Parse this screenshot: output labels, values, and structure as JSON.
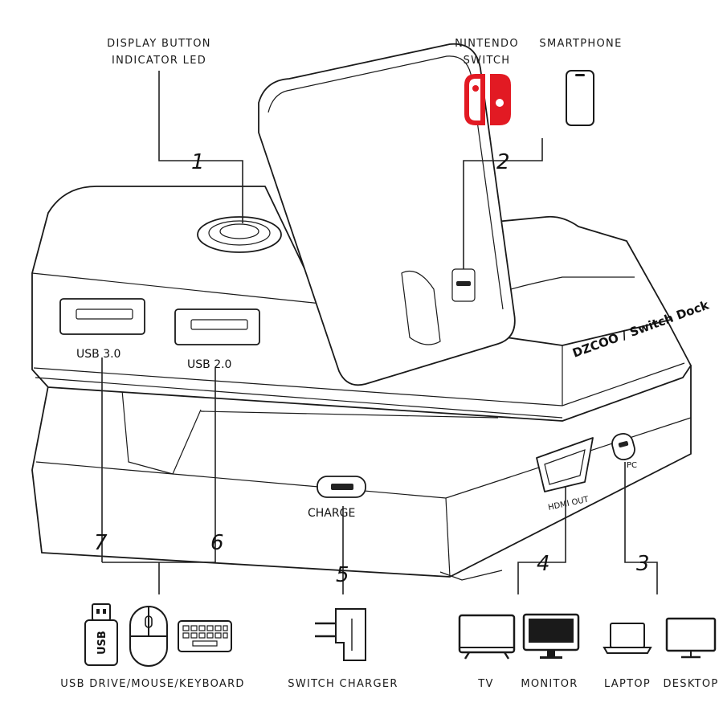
{
  "callouts": {
    "display_button_line1": "DISPLAY BUTTON",
    "display_button_line2": "INDICATOR LED",
    "nintendo_switch_line1": "NINTENDO",
    "nintendo_switch_line2": "SWITCH",
    "smartphone": "SMARTPHONE"
  },
  "numbers": {
    "n1": "1",
    "n2": "2",
    "n3": "3",
    "n4": "4",
    "n5": "5",
    "n6": "6",
    "n7": "7"
  },
  "ports": {
    "usb3": "USB 3.0",
    "usb2": "USB 2.0",
    "charge": "CHARGE",
    "hdmi_out": "HDMI OUT",
    "pc": "PC"
  },
  "brand": {
    "logo": "DZCOO / Switch Dock"
  },
  "devices": {
    "usb_group": "USB DRIVE/MOUSE/KEYBOARD",
    "usb_drive_label": "USB",
    "charger": "SWITCH CHARGER",
    "tv": "TV",
    "monitor": "MONITOR",
    "laptop": "LAPTOP",
    "desktop": "DESKTOP"
  },
  "colors": {
    "switch_red": "#e21a23",
    "line": "#1a1a1a"
  },
  "icons": [
    "nintendo-switch-icon",
    "smartphone-icon",
    "usb-drive-icon",
    "mouse-icon",
    "keyboard-icon",
    "wall-charger-icon",
    "tv-icon",
    "monitor-icon",
    "laptop-icon",
    "desktop-icon"
  ]
}
